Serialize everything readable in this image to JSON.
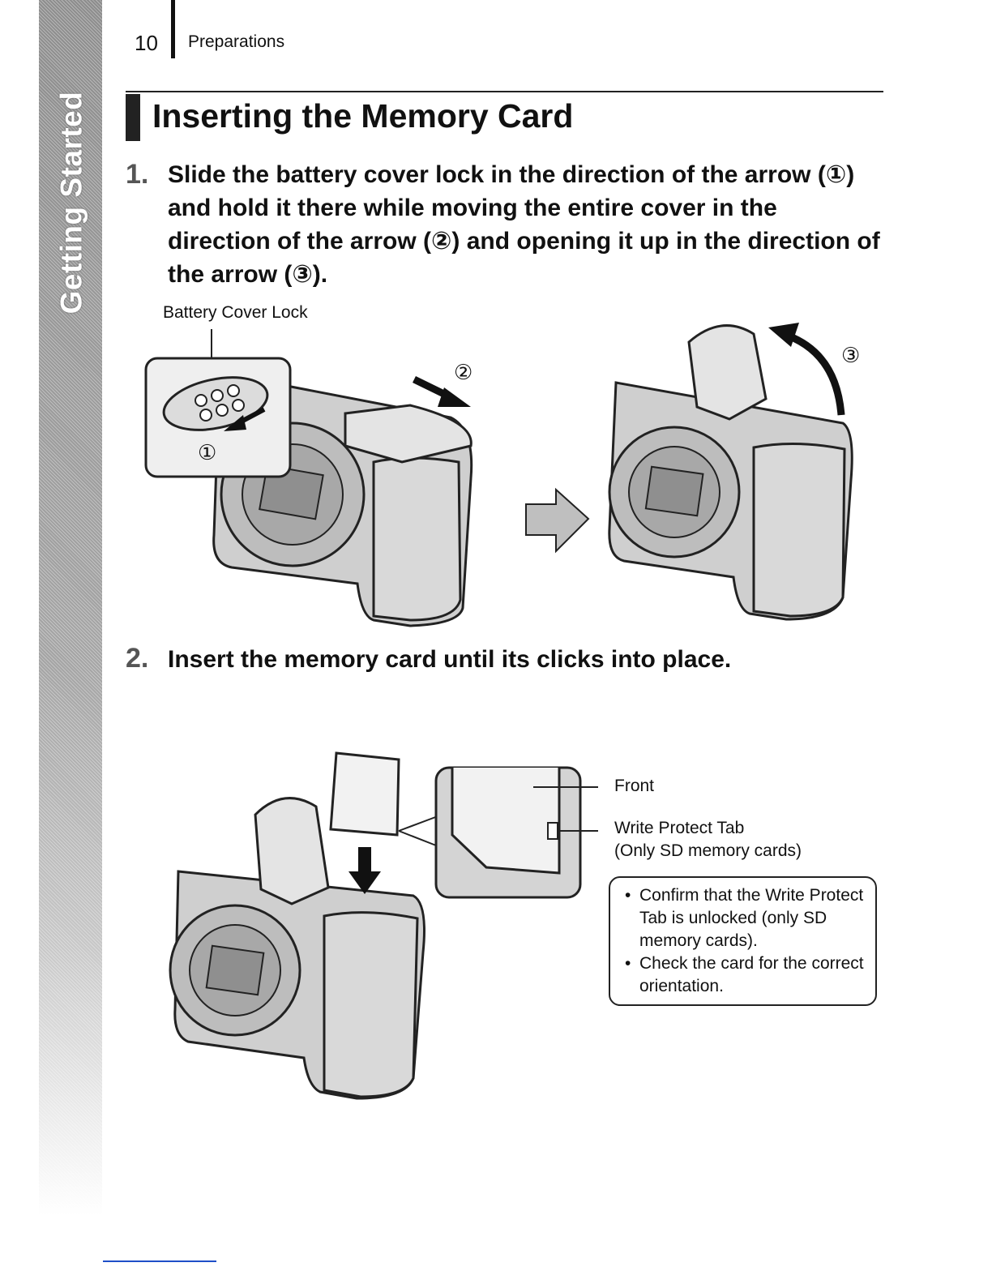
{
  "side_tab": {
    "label": "Getting Started"
  },
  "header": {
    "page_number": "10",
    "section": "Preparations"
  },
  "title": "Inserting the Memory Card",
  "steps": [
    {
      "number": "1.",
      "text": "Slide the battery cover lock in the direction of the arrow (①) and hold it there while moving the entire cover in the direction of the arrow (②) and opening it up in the direction of the arrow (③)."
    },
    {
      "number": "2.",
      "text": "Insert the memory card until its clicks into place."
    }
  ],
  "figure1": {
    "callout_lock": "Battery Cover Lock",
    "marker_1": "①",
    "marker_2": "②",
    "marker_3": "③"
  },
  "figure2": {
    "callout_front": "Front",
    "callout_tab": "Write Protect Tab",
    "callout_tab_note": "(Only SD memory cards)",
    "notes": [
      "Confirm that the Write Protect Tab is unlocked (only SD memory cards).",
      "Check the card for the correct orientation."
    ]
  }
}
